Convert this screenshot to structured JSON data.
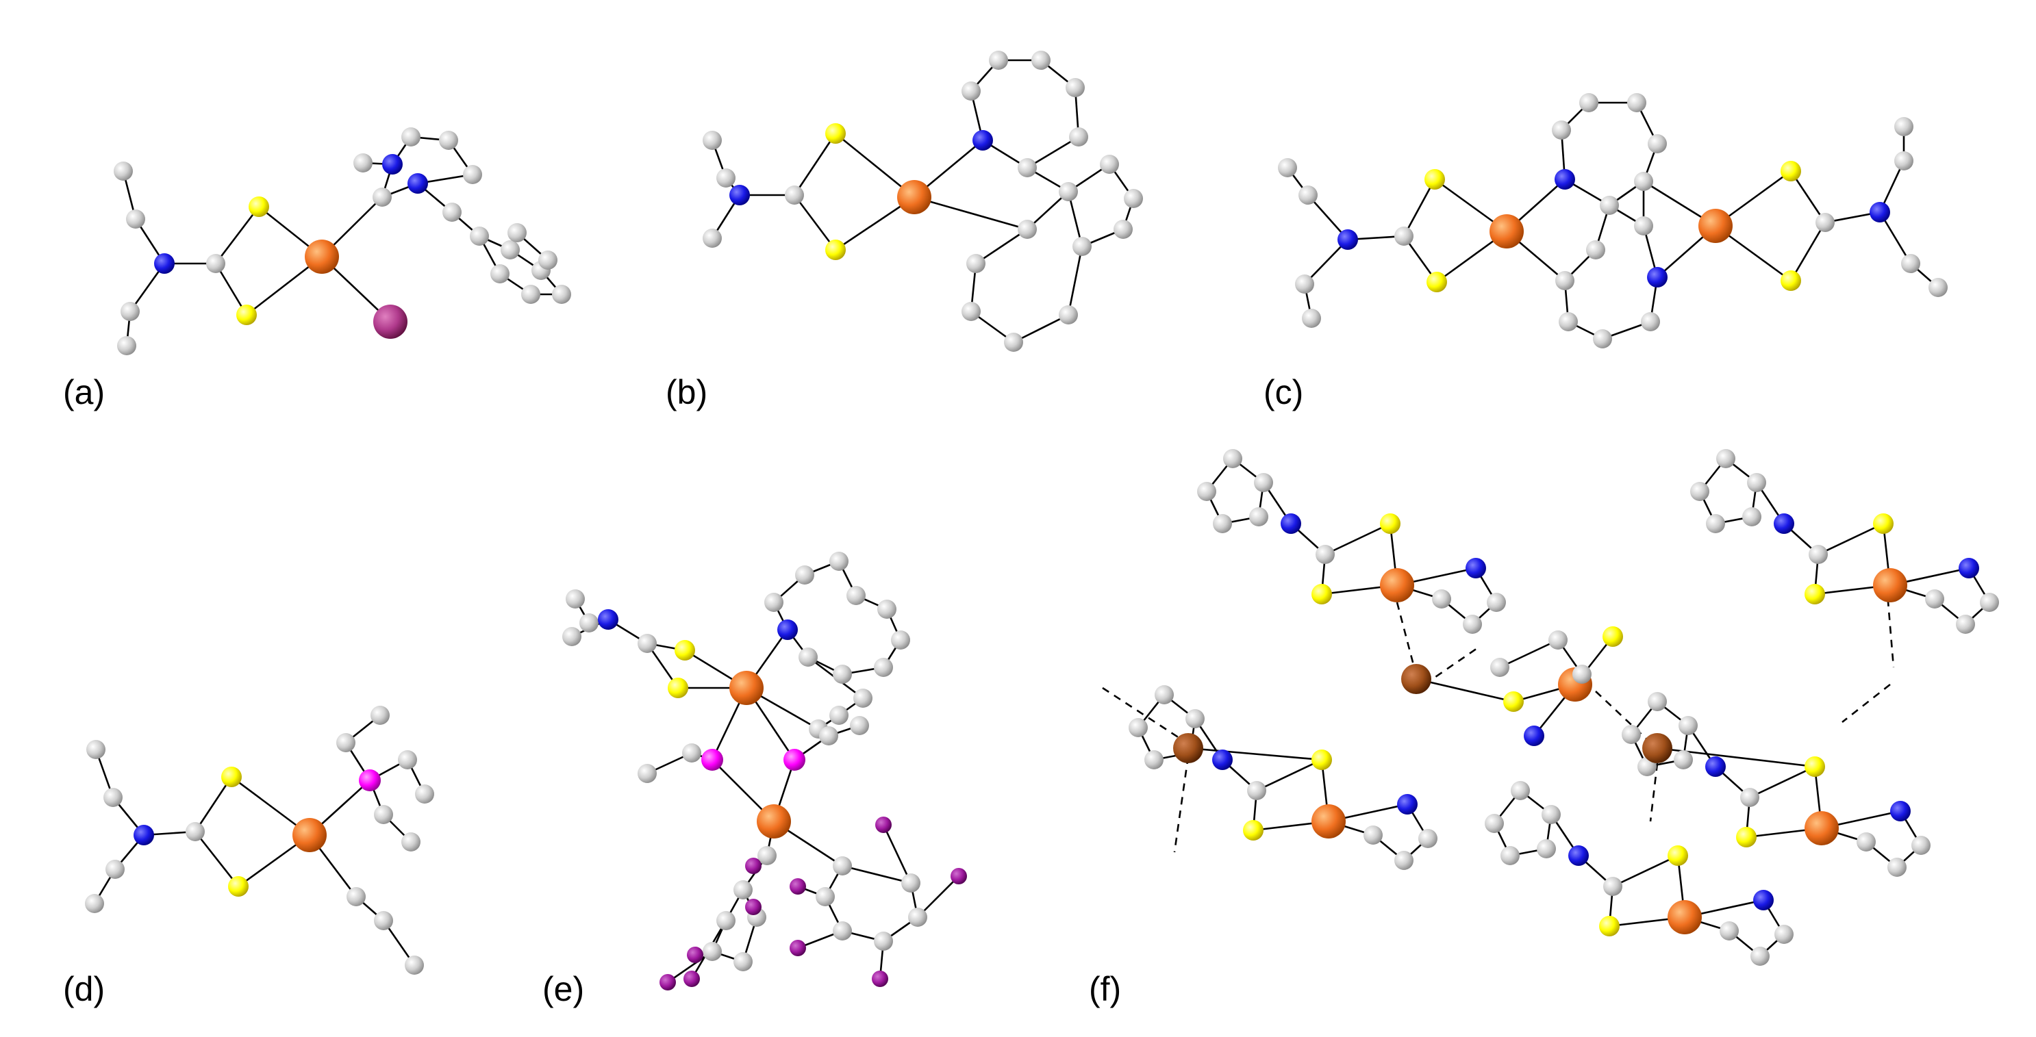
{
  "element_colors": {
    "C": "#c8c8c8",
    "N": "#1414e6",
    "S": "#ffff00",
    "Cu": "#f07020",
    "Cu_bridging": "#a0501a",
    "I": "#b03a8c",
    "P": "#ff00ff",
    "F": "#a01aa0"
  },
  "panels": [
    {
      "id": "a",
      "label": "(a)"
    },
    {
      "id": "b",
      "label": "(b)"
    },
    {
      "id": "c",
      "label": "(c)"
    },
    {
      "id": "d",
      "label": "(d)"
    },
    {
      "id": "e",
      "label": "(e)"
    },
    {
      "id": "f",
      "label": "(f)"
    }
  ]
}
